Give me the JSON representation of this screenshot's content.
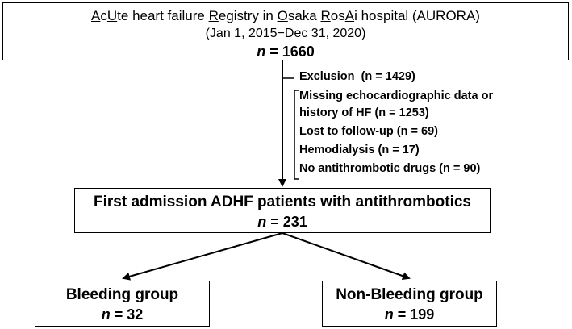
{
  "registry": {
    "title_parts": [
      {
        "text": "A",
        "u": true
      },
      {
        "text": "c",
        "u": false
      },
      {
        "text": "U",
        "u": true
      },
      {
        "text": "te heart failure ",
        "u": false
      },
      {
        "text": "R",
        "u": true
      },
      {
        "text": "egistry in ",
        "u": false
      },
      {
        "text": "O",
        "u": true
      },
      {
        "text": "saka ",
        "u": false
      },
      {
        "text": "R",
        "u": true
      },
      {
        "text": "os",
        "u": false
      },
      {
        "text": "A",
        "u": true
      },
      {
        "text": "i hospital (AURORA)",
        "u": false
      }
    ],
    "period": "(Jan 1, 2015−Dec 31, 2020)",
    "n_label": "n",
    "n_value": "= 1660"
  },
  "exclusion": {
    "header_label": "Exclusion",
    "header_n": "(n = 1429)",
    "items": [
      "Missing echocardiographic data or",
      "history of HF (n = 1253)",
      "Lost to follow-up (n = 69)",
      "Hemodialysis (n = 17)",
      "No antithrombotic drugs (n = 90)"
    ]
  },
  "first_admission": {
    "label": "First admission ADHF patients with antithrombotics",
    "n_label": "n",
    "n_value": "= 231"
  },
  "bleeding": {
    "label": "Bleeding group",
    "n_label": "n",
    "n_value": "= 32"
  },
  "non_bleeding": {
    "label": "Non-Bleeding group",
    "n_label": "n",
    "n_value": "= 199"
  }
}
